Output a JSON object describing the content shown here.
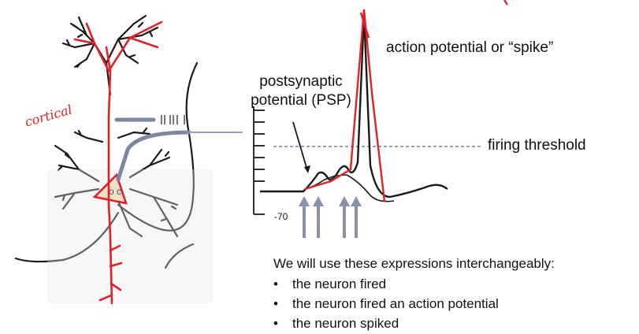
{
  "annotation_handwritten": "cortical",
  "labels": {
    "action_potential": "action potential or “spike”",
    "psp_line1": "postsynaptic",
    "psp_line2": "potential (PSP)",
    "firing_threshold": "firing threshold",
    "voltage_tick": "-70"
  },
  "notes": {
    "intro": "We will use these expressions interchangeably:",
    "items": [
      "the neuron fired",
      "the neuron fired an action potential",
      "the neuron spiked"
    ],
    "bullet": "•"
  },
  "colors": {
    "ink": "#1a1a1a",
    "annotation": "#e0222a",
    "threshold": "#9aa0b8",
    "input_arrow": "#8a90aa",
    "electrode": "#7f86a0"
  }
}
